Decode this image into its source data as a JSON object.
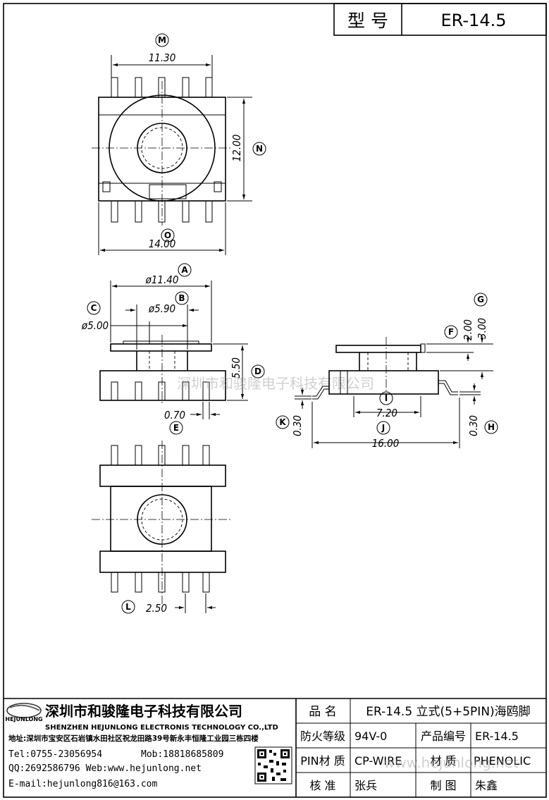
{
  "header": {
    "model_label": "型 号",
    "model_value": "ER-14.5"
  },
  "dimensions": {
    "M": "11.30",
    "N": "12.00",
    "O": "14.00",
    "A": "ø11.40",
    "B": "ø5.90",
    "C": "ø5.00",
    "D": "5.50",
    "pin_width": "0.70",
    "E": "E",
    "L": "2.50",
    "F": "2.00",
    "G": "3.00",
    "I": "7.20",
    "J": "16.00",
    "K": "0.30",
    "H": "0.30"
  },
  "callouts": [
    "M",
    "N",
    "O",
    "A",
    "B",
    "C",
    "D",
    "E",
    "L",
    "F",
    "G",
    "I",
    "J",
    "K",
    "H"
  ],
  "watermark": {
    "center": "深圳市和骏隆电子科技有限公司",
    "footer": "www.hejunlong.net"
  },
  "company": {
    "logo_text": "HEJUNLONG",
    "name_cn": "深圳市和骏隆电子科技有限公司",
    "name_en": "SHENZHEN HEJUNLONG ELECTRONIS TECHNOLOGY CO.,LTD",
    "address": "地址:深圳市宝安区石岩镇水田社区祝龙田路39号新永丰恒隆工业园三栋四楼",
    "tel": "Tel:0755-23056954",
    "mob": "Mob:18818685809",
    "qq_web": "QQ:2692586796 Web:www.hejunlong.net",
    "email": "E-mail:hejunlong816@163.com"
  },
  "spec_table": {
    "name_label": "品 名",
    "name_value": "ER-14.5 立式(5+5PIN)海鸥脚",
    "fire_label": "防火等级",
    "fire_value": "94V-0",
    "code_label": "产品编号",
    "code_value": "ER-14.5",
    "pin_label": "PIN材 质",
    "pin_value": "CP-WIRE",
    "mat_label": "材 质",
    "mat_value": "PHENOLIC",
    "check_label": "核 准",
    "check_value": "张兵",
    "draw_label": "制 图",
    "draw_value": "朱鑫"
  }
}
